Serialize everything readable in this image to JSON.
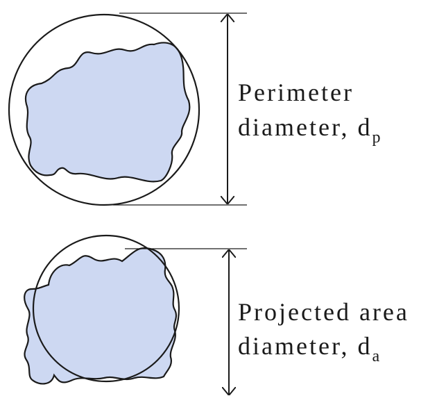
{
  "colors": {
    "particle_fill": "#cdd8f2",
    "outline": "#1a1a1a"
  },
  "perimeter": {
    "line1": "Perimeter",
    "line2": "diameter, d",
    "subscript": "p"
  },
  "projected": {
    "line1": "Projected area",
    "line2": "diameter, d",
    "subscript": "a"
  }
}
